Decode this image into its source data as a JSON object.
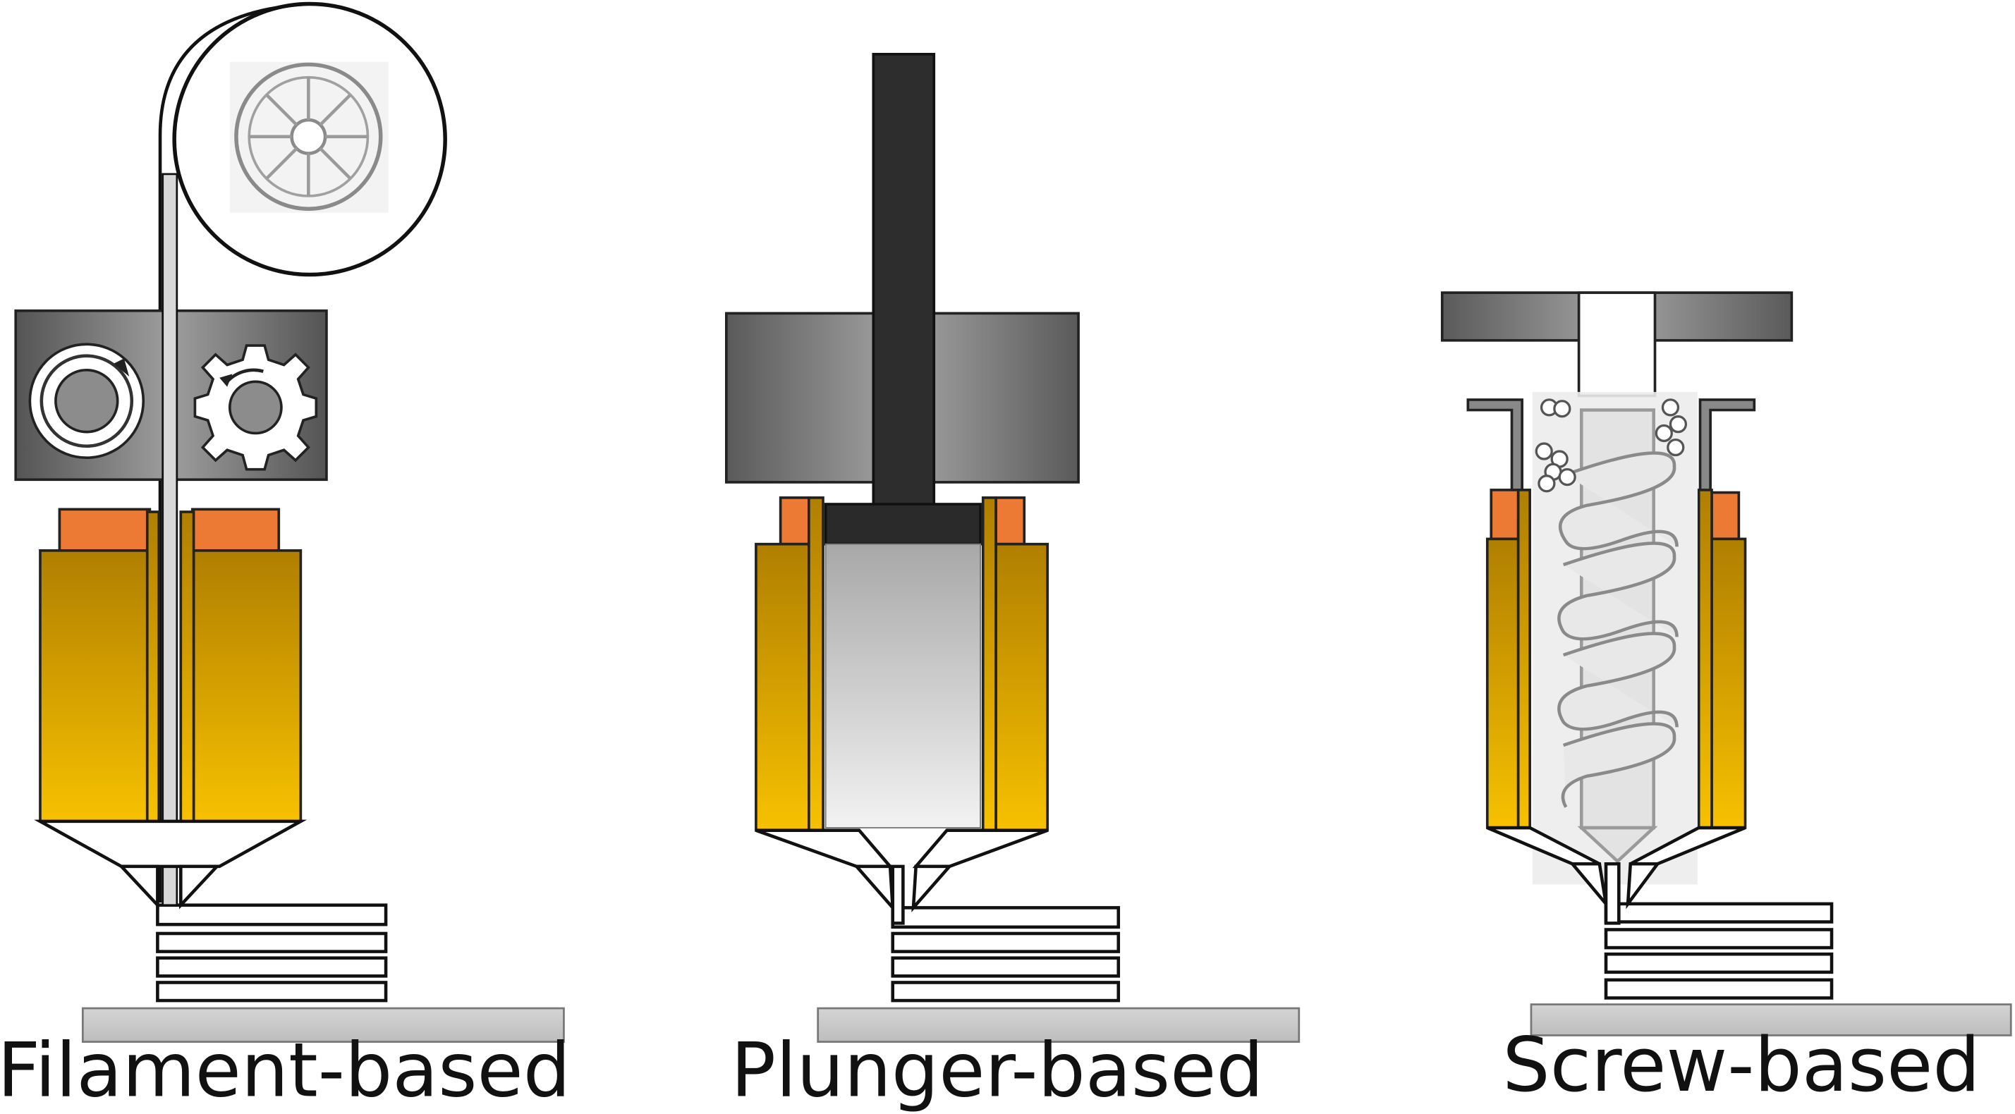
{
  "panels": [
    {
      "id": "filament",
      "label": "Filament-based"
    },
    {
      "id": "plunger",
      "label": "Plunger-based"
    },
    {
      "id": "screw",
      "label": "Screw-based"
    }
  ],
  "colors": {
    "heater_gold_top": "#b07f00",
    "heater_gold_bottom": "#f7c100",
    "heater_cap_orange": "#ec7a34",
    "drive_block_dark": "#545454",
    "drive_block_light": "#9e9e9e",
    "plunger_rod": "#2d2d2d",
    "build_plate": "#c8c8c8",
    "outline": "#1a1a1a"
  },
  "icons": {
    "spool": "spool-icon",
    "drive_roller": "drive-roller-icon",
    "drive_gear": "drive-gear-icon",
    "pellets": "pellet-icon",
    "auger": "auger-screw-icon"
  }
}
